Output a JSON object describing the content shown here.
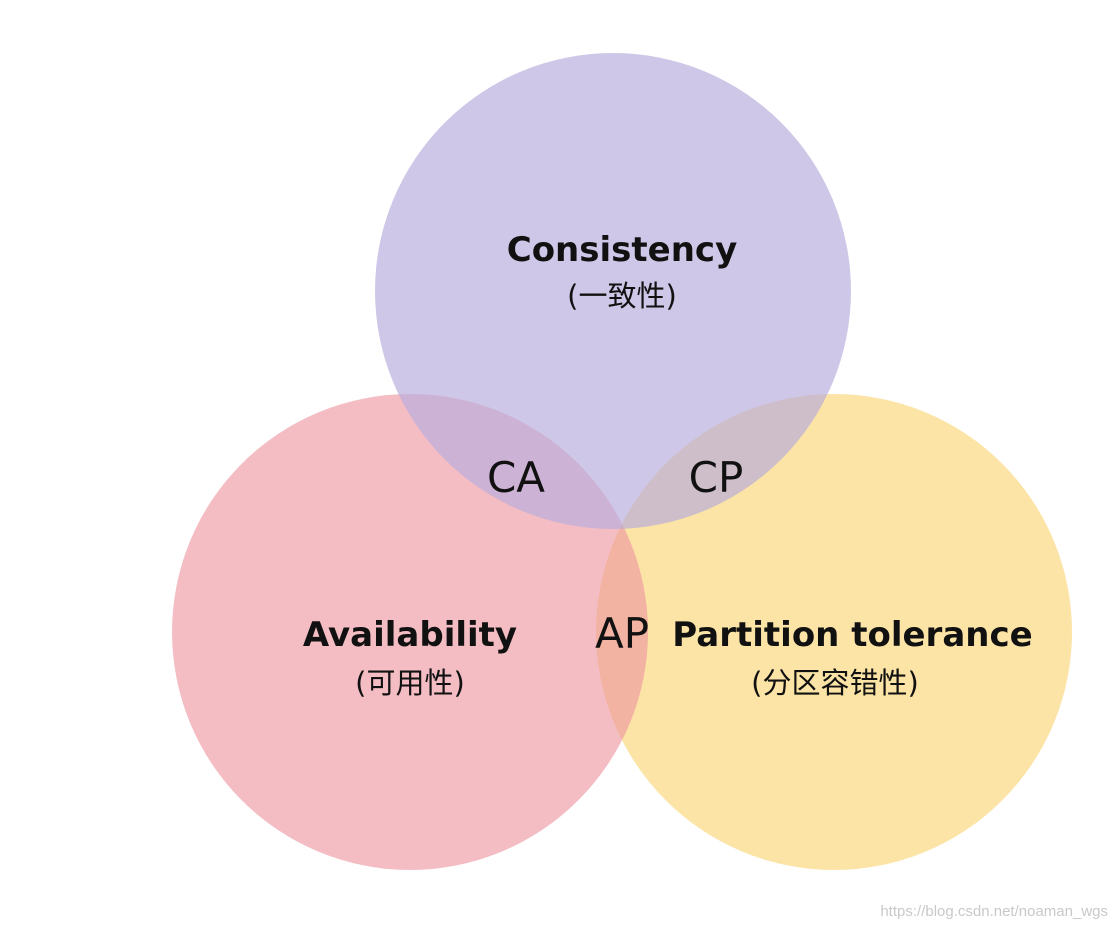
{
  "diagram": {
    "colors": {
      "consistency_circle": "#cec6e1",
      "availability_circle": "#ee959f",
      "partition_circle": "#fbe4a6",
      "text": "#111111",
      "watermark": "#c9c9c9"
    },
    "sets": {
      "consistency": {
        "label": "Consistency",
        "sublabel": "(一致性)"
      },
      "availability": {
        "label": "Availability",
        "sublabel": "(可用性)"
      },
      "partition_tolerance": {
        "label": "Partition tolerance",
        "sublabel": "(分区容错性)"
      }
    },
    "intersections": {
      "ca": "CA",
      "cp": "CP",
      "ap": "AP"
    }
  },
  "watermark": "https://blog.csdn.net/noaman_wgs"
}
